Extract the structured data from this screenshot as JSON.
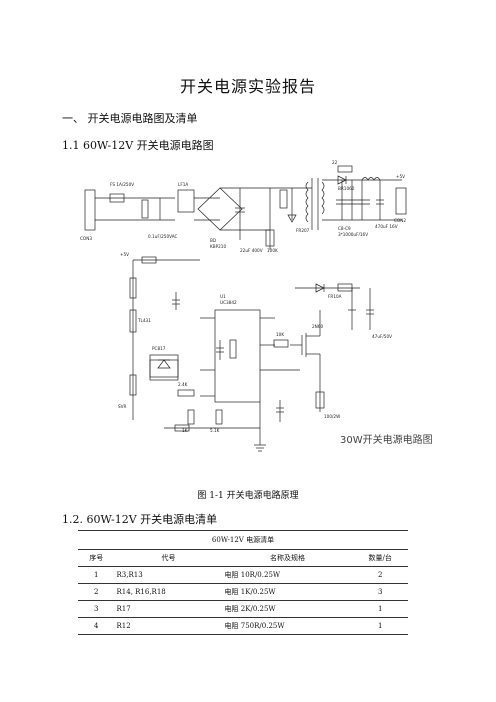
{
  "doc": {
    "title": "开关电源实验报告",
    "section1": "一、  开关电源电路图及清单",
    "section1_1": "1.1 60W-12V 开关电源电路图",
    "figure_caption": "图 1-1  开关电源电路原理",
    "section1_2": "1.2.  60W-12V 开关电源电清单"
  },
  "schematic": {
    "watermark": "30W开关电源电路图",
    "labels": {
      "fs": "FS 1A/250V",
      "con": "CON3",
      "con2": "CON2",
      "lf": "LF1A",
      "bd": "BD",
      "bd2": "KBP210",
      "uc": "UC3842",
      "u1": "U1",
      "pc": "PC817",
      "tl": "TL431",
      "d1": "BR1060",
      "d2": "FR207",
      "d3": "FR10A",
      "q1": "2N60",
      "vr": "SVR",
      "cap1": "470uF 16V",
      "cap2": "47uF/50V",
      "c_out": "C8-C9",
      "c_out2": "3*1000uF/16V",
      "v5": "+5V",
      "v5b": "+5V",
      "r_sense": "100/2W",
      "r1": "10K",
      "r2": "2.4K",
      "r3": "1K",
      "r4": "100K",
      "r5": "5.1K",
      "r6": "22",
      "cy": "0.1uF/250VAC",
      "c_bulk": "22uF 400V"
    }
  },
  "table": {
    "caption": "60W-12V 电源清单",
    "headers": [
      "序号",
      "代号",
      "名称及规格",
      "数量/台"
    ],
    "rows": [
      [
        "1",
        "R3,R13",
        "电阻 10R/0.25W",
        "2"
      ],
      [
        "2",
        "R14, R16,R18",
        "电阻 1K/0.25W",
        "3"
      ],
      [
        "3",
        "R17",
        "电阻 2K/0.25W",
        "1"
      ],
      [
        "4",
        "R12",
        "电阻 750R/0.25W",
        "1"
      ]
    ]
  }
}
